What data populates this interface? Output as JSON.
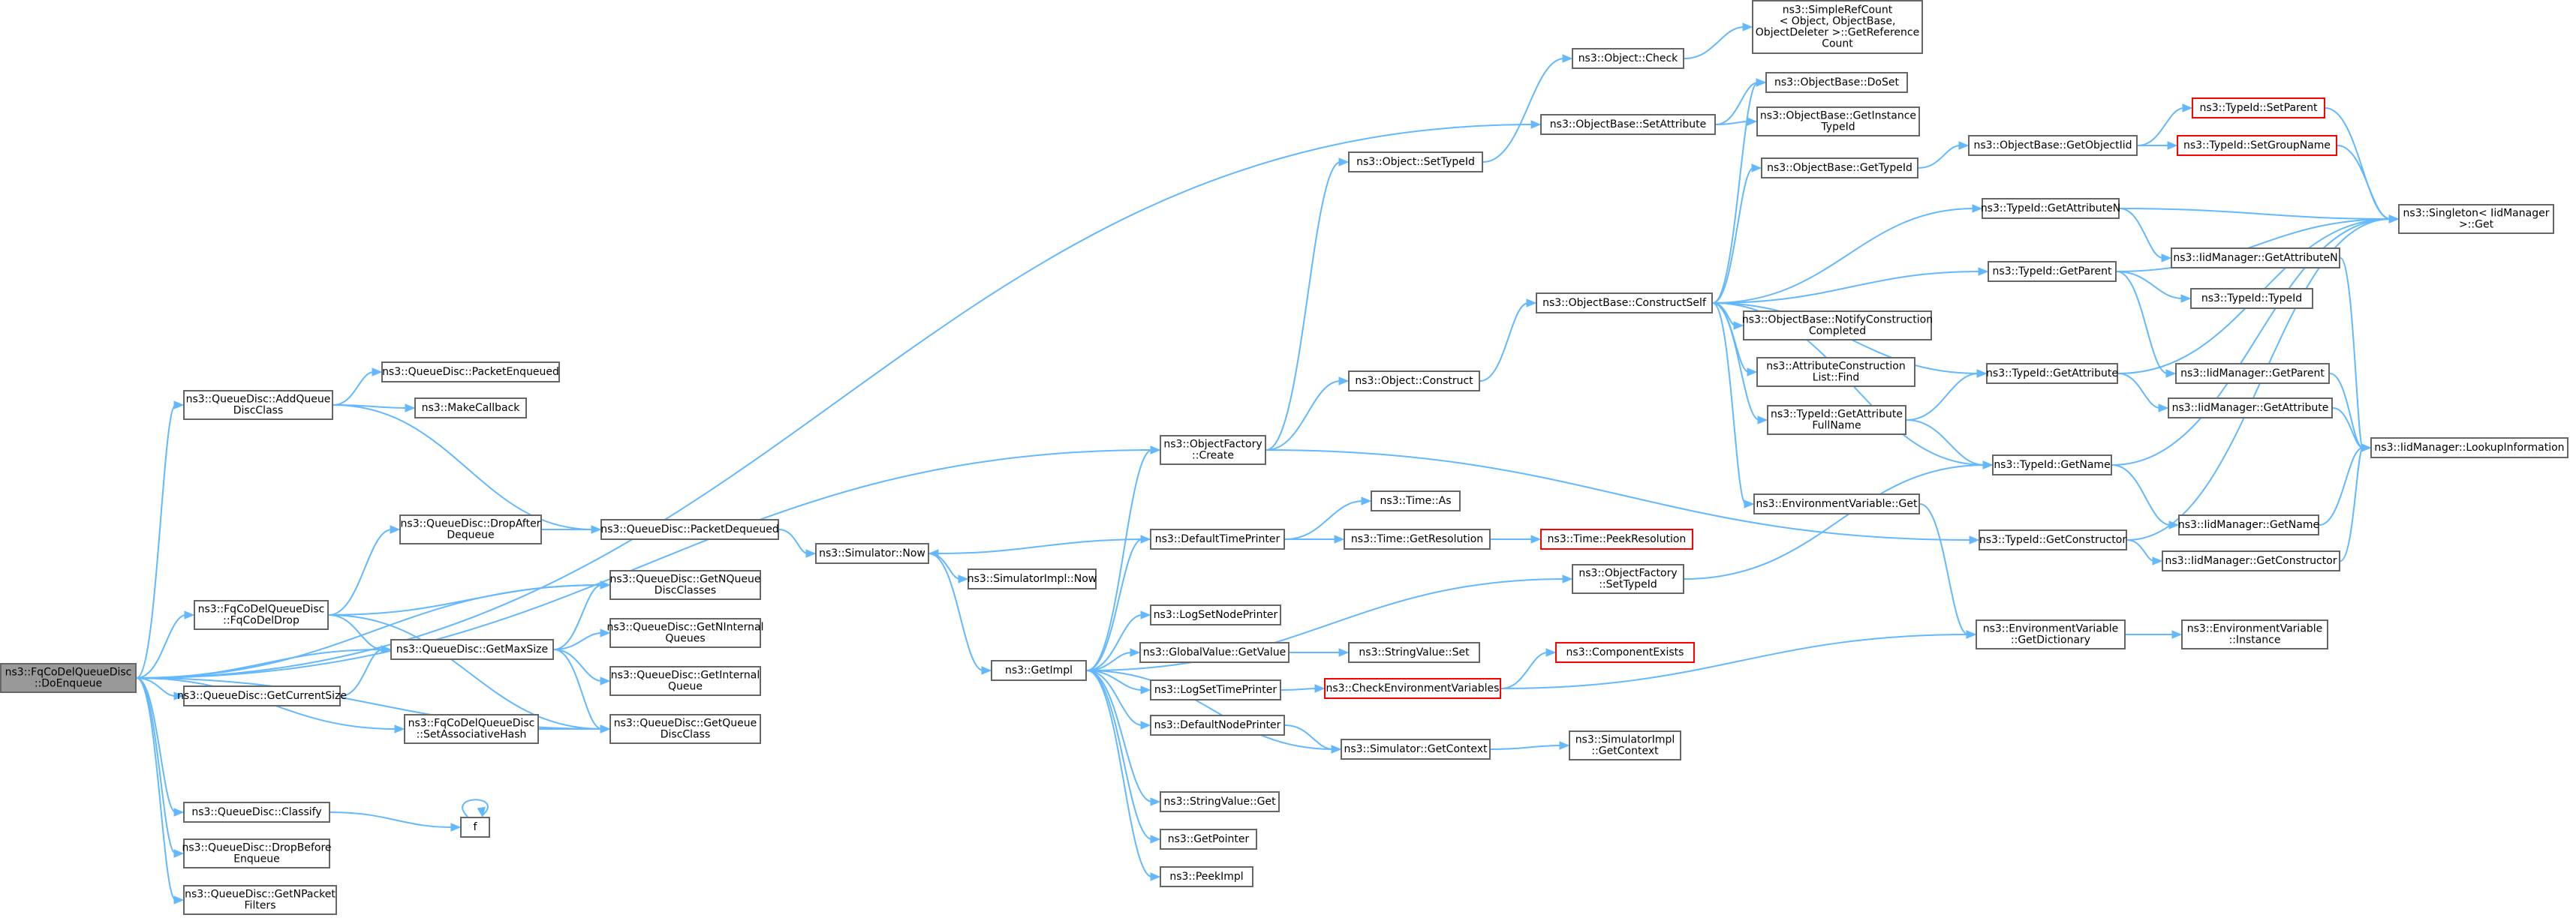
{
  "graph": {
    "nodes": [
      {
        "id": "root",
        "lines": [
          "ns3::FqCoDelQueueDisc",
          "::DoEnqueue"
        ],
        "style": "root"
      },
      {
        "id": "addQueueDiscClass",
        "lines": [
          "ns3::QueueDisc::AddQueue",
          "DiscClass"
        ]
      },
      {
        "id": "fqCoDelDrop",
        "lines": [
          "ns3::FqCoDelQueueDisc",
          "::FqCoDelDrop"
        ]
      },
      {
        "id": "getCurrentSize",
        "lines": [
          "ns3::QueueDisc::GetCurrentSize"
        ]
      },
      {
        "id": "setAssociativeHash",
        "lines": [
          "ns3::FqCoDelQueueDisc",
          "::SetAssociativeHash"
        ]
      },
      {
        "id": "classify",
        "lines": [
          "ns3::QueueDisc::Classify"
        ]
      },
      {
        "id": "dropBeforeEnqueue",
        "lines": [
          "ns3::QueueDisc::DropBefore",
          "Enqueue"
        ]
      },
      {
        "id": "getNPacketFilters",
        "lines": [
          "ns3::QueueDisc::GetNPacket",
          "Filters"
        ]
      },
      {
        "id": "packetEnqueued",
        "lines": [
          "ns3::QueueDisc::PacketEnqueued"
        ]
      },
      {
        "id": "makeCallback",
        "lines": [
          "ns3::MakeCallback"
        ]
      },
      {
        "id": "dropAfterDequeue",
        "lines": [
          "ns3::QueueDisc::DropAfter",
          "Dequeue"
        ]
      },
      {
        "id": "getMaxSize",
        "lines": [
          "ns3::QueueDisc::GetMaxSize"
        ]
      },
      {
        "id": "f",
        "lines": [
          "f"
        ]
      },
      {
        "id": "packetDequeued",
        "lines": [
          "ns3::QueueDisc::PacketDequeued"
        ]
      },
      {
        "id": "getNQueueDiscClasses",
        "lines": [
          "ns3::QueueDisc::GetNQueue",
          "DiscClasses"
        ]
      },
      {
        "id": "getNInternalQueues",
        "lines": [
          "ns3::QueueDisc::GetNInternal",
          "Queues"
        ]
      },
      {
        "id": "getInternalQueue",
        "lines": [
          "ns3::QueueDisc::GetInternal",
          "Queue"
        ]
      },
      {
        "id": "getQueueDiscClass",
        "lines": [
          "ns3::QueueDisc::GetQueue",
          "DiscClass"
        ]
      },
      {
        "id": "simNow",
        "lines": [
          "ns3::Simulator::Now"
        ]
      },
      {
        "id": "simImplNow",
        "lines": [
          "ns3::SimulatorImpl::Now"
        ]
      },
      {
        "id": "getImpl",
        "lines": [
          "ns3::GetImpl"
        ]
      },
      {
        "id": "objFactoryCreate",
        "lines": [
          "ns3::ObjectFactory",
          "::Create"
        ]
      },
      {
        "id": "defaultTimePrinter",
        "lines": [
          "ns3::DefaultTimePrinter"
        ]
      },
      {
        "id": "logSetNodePrinter",
        "lines": [
          "ns3::LogSetNodePrinter"
        ]
      },
      {
        "id": "globalValueGetValue",
        "lines": [
          "ns3::GlobalValue::GetValue"
        ]
      },
      {
        "id": "logSetTimePrinter",
        "lines": [
          "ns3::LogSetTimePrinter"
        ]
      },
      {
        "id": "defaultNodePrinter",
        "lines": [
          "ns3::DefaultNodePrinter"
        ]
      },
      {
        "id": "stringValueGet",
        "lines": [
          "ns3::StringValue::Get"
        ]
      },
      {
        "id": "getPointer",
        "lines": [
          "ns3::GetPointer"
        ]
      },
      {
        "id": "peekImpl",
        "lines": [
          "ns3::PeekImpl"
        ]
      },
      {
        "id": "objSetTypeId",
        "lines": [
          "ns3::Object::SetTypeId"
        ]
      },
      {
        "id": "objConstruct",
        "lines": [
          "ns3::Object::Construct"
        ]
      },
      {
        "id": "timeAs",
        "lines": [
          "ns3::Time::As"
        ]
      },
      {
        "id": "timeGetResolution",
        "lines": [
          "ns3::Time::GetResolution"
        ]
      },
      {
        "id": "stringValueSet",
        "lines": [
          "ns3::StringValue::Set"
        ]
      },
      {
        "id": "checkEnvVars",
        "lines": [
          "ns3::CheckEnvironmentVariables"
        ],
        "style": "red"
      },
      {
        "id": "simGetContext",
        "lines": [
          "ns3::Simulator::GetContext"
        ]
      },
      {
        "id": "objCheck",
        "lines": [
          "ns3::Object::Check"
        ]
      },
      {
        "id": "objBaseSetAttribute",
        "lines": [
          "ns3::ObjectBase::SetAttribute"
        ]
      },
      {
        "id": "objBaseConstructSelf",
        "lines": [
          "ns3::ObjectBase::ConstructSelf"
        ]
      },
      {
        "id": "timePeekResolution",
        "lines": [
          "ns3::Time::PeekResolution"
        ],
        "style": "red"
      },
      {
        "id": "objFactorySetTypeId",
        "lines": [
          "ns3::ObjectFactory",
          "::SetTypeId"
        ]
      },
      {
        "id": "componentExists",
        "lines": [
          "ns3::ComponentExists"
        ],
        "style": "red"
      },
      {
        "id": "simImplGetContext",
        "lines": [
          "ns3::SimulatorImpl",
          "::GetContext"
        ]
      },
      {
        "id": "simpleRefCount",
        "lines": [
          "ns3::SimpleRefCount",
          "< Object, ObjectBase,",
          "ObjectDeleter >::GetReference",
          "Count"
        ]
      },
      {
        "id": "objBaseDoSet",
        "lines": [
          "ns3::ObjectBase::DoSet"
        ]
      },
      {
        "id": "objBaseGetInstanceTypeId",
        "lines": [
          "ns3::ObjectBase::GetInstance",
          "TypeId"
        ]
      },
      {
        "id": "objBaseGetTypeId",
        "lines": [
          "ns3::ObjectBase::GetTypeId"
        ]
      },
      {
        "id": "objBaseNotifyConstructionCompleted",
        "lines": [
          "ns3::ObjectBase::NotifyConstruction",
          "Completed"
        ]
      },
      {
        "id": "attrConstructionListFind",
        "lines": [
          "ns3::AttributeConstruction",
          "List::Find"
        ]
      },
      {
        "id": "typeIdGetAttributeFullName",
        "lines": [
          "ns3::TypeId::GetAttribute",
          "FullName"
        ]
      },
      {
        "id": "envVarGet",
        "lines": [
          "ns3::EnvironmentVariable::Get"
        ]
      },
      {
        "id": "objBaseGetObjectIid",
        "lines": [
          "ns3::ObjectBase::GetObjectIid"
        ]
      },
      {
        "id": "typeIdGetAttributeN",
        "lines": [
          "ns3::TypeId::GetAttributeN"
        ]
      },
      {
        "id": "typeIdGetParent",
        "lines": [
          "ns3::TypeId::GetParent"
        ]
      },
      {
        "id": "typeIdGetAttribute",
        "lines": [
          "ns3::TypeId::GetAttribute"
        ]
      },
      {
        "id": "typeIdGetName",
        "lines": [
          "ns3::TypeId::GetName"
        ]
      },
      {
        "id": "typeIdGetConstructor",
        "lines": [
          "ns3::TypeId::GetConstructor"
        ]
      },
      {
        "id": "envVarGetDictionary",
        "lines": [
          "ns3::EnvironmentVariable",
          "::GetDictionary"
        ]
      },
      {
        "id": "typeIdSetParent",
        "lines": [
          "ns3::TypeId::SetParent"
        ],
        "style": "red"
      },
      {
        "id": "typeIdSetGroupName",
        "lines": [
          "ns3::TypeId::SetGroupName"
        ],
        "style": "red"
      },
      {
        "id": "iidMgrGetAttributeN",
        "lines": [
          "ns3::IidManager::GetAttributeN"
        ]
      },
      {
        "id": "typeIdTypeId",
        "lines": [
          "ns3::TypeId::TypeId"
        ]
      },
      {
        "id": "iidMgrGetParent",
        "lines": [
          "ns3::IidManager::GetParent"
        ]
      },
      {
        "id": "iidMgrGetAttribute",
        "lines": [
          "ns3::IidManager::GetAttribute"
        ]
      },
      {
        "id": "iidMgrGetName",
        "lines": [
          "ns3::IidManager::GetName"
        ]
      },
      {
        "id": "iidMgrGetConstructor",
        "lines": [
          "ns3::IidManager::GetConstructor"
        ]
      },
      {
        "id": "envVarInstance",
        "lines": [
          "ns3::EnvironmentVariable",
          "::Instance"
        ]
      },
      {
        "id": "singletonGet",
        "lines": [
          "ns3::Singleton< IidManager",
          ">::Get"
        ]
      },
      {
        "id": "iidMgrLookupInformation",
        "lines": [
          "ns3::IidManager::LookupInformation"
        ]
      }
    ],
    "edges": [
      [
        "root",
        "addQueueDiscClass"
      ],
      [
        "root",
        "fqCoDelDrop"
      ],
      [
        "root",
        "getCurrentSize"
      ],
      [
        "root",
        "setAssociativeHash"
      ],
      [
        "root",
        "classify"
      ],
      [
        "root",
        "dropBeforeEnqueue"
      ],
      [
        "root",
        "getNPacketFilters"
      ],
      [
        "root",
        "getMaxSize"
      ],
      [
        "root",
        "getNQueueDiscClasses"
      ],
      [
        "root",
        "getQueueDiscClass"
      ],
      [
        "root",
        "objFactoryCreate"
      ],
      [
        "root",
        "objBaseSetAttribute"
      ],
      [
        "addQueueDiscClass",
        "packetEnqueued"
      ],
      [
        "addQueueDiscClass",
        "makeCallback"
      ],
      [
        "addQueueDiscClass",
        "packetDequeued"
      ],
      [
        "fqCoDelDrop",
        "dropAfterDequeue"
      ],
      [
        "fqCoDelDrop",
        "getMaxSize"
      ],
      [
        "fqCoDelDrop",
        "getNQueueDiscClasses"
      ],
      [
        "fqCoDelDrop",
        "getQueueDiscClass"
      ],
      [
        "getCurrentSize",
        "getMaxSize"
      ],
      [
        "setAssociativeHash",
        "getQueueDiscClass"
      ],
      [
        "classify",
        "f"
      ],
      [
        "f",
        "f"
      ],
      [
        "dropAfterDequeue",
        "packetDequeued"
      ],
      [
        "packetDequeued",
        "simNow"
      ],
      [
        "getMaxSize",
        "getNQueueDiscClasses"
      ],
      [
        "getMaxSize",
        "getNInternalQueues"
      ],
      [
        "getMaxSize",
        "getInternalQueue"
      ],
      [
        "getMaxSize",
        "getQueueDiscClass"
      ],
      [
        "simNow",
        "simImplNow"
      ],
      [
        "simNow",
        "getImpl"
      ],
      [
        "getImpl",
        "objFactoryCreate"
      ],
      [
        "getImpl",
        "defaultTimePrinter"
      ],
      [
        "getImpl",
        "logSetNodePrinter"
      ],
      [
        "getImpl",
        "globalValueGetValue"
      ],
      [
        "getImpl",
        "logSetTimePrinter"
      ],
      [
        "getImpl",
        "defaultNodePrinter"
      ],
      [
        "getImpl",
        "stringValueGet"
      ],
      [
        "getImpl",
        "getPointer"
      ],
      [
        "getImpl",
        "peekImpl"
      ],
      [
        "getImpl",
        "simGetContext"
      ],
      [
        "getImpl",
        "objFactorySetTypeId"
      ],
      [
        "objFactoryCreate",
        "objSetTypeId"
      ],
      [
        "objFactoryCreate",
        "objConstruct"
      ],
      [
        "objFactoryCreate",
        "typeIdGetConstructor"
      ],
      [
        "defaultTimePrinter",
        "timeAs"
      ],
      [
        "defaultTimePrinter",
        "timeGetResolution"
      ],
      [
        "defaultTimePrinter",
        "simNow"
      ],
      [
        "globalValueGetValue",
        "stringValueSet"
      ],
      [
        "logSetTimePrinter",
        "checkEnvVars"
      ],
      [
        "defaultNodePrinter",
        "simGetContext"
      ],
      [
        "objSetTypeId",
        "objCheck"
      ],
      [
        "objConstruct",
        "objBaseConstructSelf"
      ],
      [
        "timeGetResolution",
        "timePeekResolution"
      ],
      [
        "checkEnvVars",
        "componentExists"
      ],
      [
        "checkEnvVars",
        "envVarGetDictionary"
      ],
      [
        "simGetContext",
        "simImplGetContext"
      ],
      [
        "objFactorySetTypeId",
        "typeIdGetName"
      ],
      [
        "objCheck",
        "simpleRefCount"
      ],
      [
        "objBaseSetAttribute",
        "objBaseDoSet"
      ],
      [
        "objBaseSetAttribute",
        "objBaseGetInstanceTypeId"
      ],
      [
        "objBaseConstructSelf",
        "objBaseDoSet"
      ],
      [
        "objBaseConstructSelf",
        "objBaseGetTypeId"
      ],
      [
        "objBaseConstructSelf",
        "typeIdGetAttributeN"
      ],
      [
        "objBaseConstructSelf",
        "typeIdGetParent"
      ],
      [
        "objBaseConstructSelf",
        "objBaseNotifyConstructionCompleted"
      ],
      [
        "objBaseConstructSelf",
        "attrConstructionListFind"
      ],
      [
        "objBaseConstructSelf",
        "typeIdGetAttributeFullName"
      ],
      [
        "objBaseConstructSelf",
        "envVarGet"
      ],
      [
        "objBaseConstructSelf",
        "typeIdGetAttribute"
      ],
      [
        "objBaseConstructSelf",
        "typeIdGetName"
      ],
      [
        "objBaseGetTypeId",
        "objBaseGetObjectIid"
      ],
      [
        "typeIdGetAttributeFullName",
        "typeIdGetAttribute"
      ],
      [
        "typeIdGetAttributeFullName",
        "typeIdGetName"
      ],
      [
        "envVarGet",
        "envVarGetDictionary"
      ],
      [
        "objBaseGetObjectIid",
        "typeIdSetParent"
      ],
      [
        "objBaseGetObjectIid",
        "typeIdSetGroupName"
      ],
      [
        "typeIdGetAttributeN",
        "iidMgrGetAttributeN"
      ],
      [
        "typeIdGetAttributeN",
        "singletonGet"
      ],
      [
        "typeIdGetParent",
        "typeIdTypeId"
      ],
      [
        "typeIdGetParent",
        "iidMgrGetParent"
      ],
      [
        "typeIdGetParent",
        "singletonGet"
      ],
      [
        "typeIdGetAttribute",
        "iidMgrGetAttribute"
      ],
      [
        "typeIdGetAttribute",
        "singletonGet"
      ],
      [
        "typeIdGetName",
        "iidMgrGetName"
      ],
      [
        "typeIdGetName",
        "singletonGet"
      ],
      [
        "typeIdGetConstructor",
        "iidMgrGetConstructor"
      ],
      [
        "typeIdGetConstructor",
        "singletonGet"
      ],
      [
        "envVarGetDictionary",
        "envVarInstance"
      ],
      [
        "typeIdSetParent",
        "singletonGet"
      ],
      [
        "typeIdSetGroupName",
        "singletonGet"
      ],
      [
        "iidMgrGetAttributeN",
        "iidMgrLookupInformation"
      ],
      [
        "iidMgrGetParent",
        "iidMgrLookupInformation"
      ],
      [
        "iidMgrGetAttribute",
        "iidMgrLookupInformation"
      ],
      [
        "iidMgrGetName",
        "iidMgrLookupInformation"
      ],
      [
        "iidMgrGetConstructor",
        "iidMgrLookupInformation"
      ]
    ]
  }
}
